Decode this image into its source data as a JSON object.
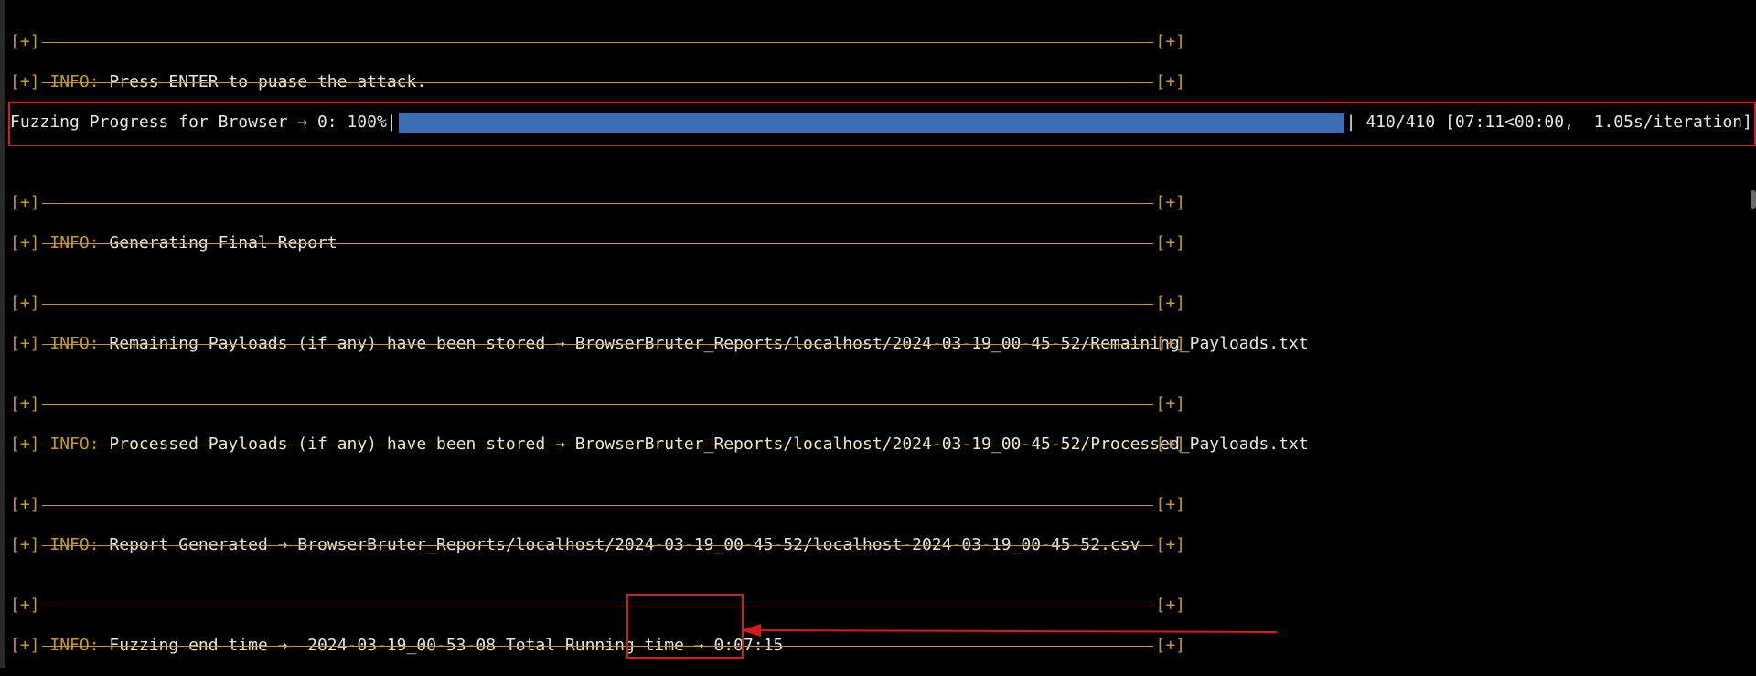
{
  "separator": {
    "left": "[+]",
    "right": "[+]"
  },
  "info_tag": "INFO:",
  "messages": {
    "pause": "Press ENTER to puase the attack.",
    "final_report": "Generating Final Report",
    "remaining": "Remaining Payloads (if any) have been stored → BrowserBruter_Reports/localhost/2024-03-19_00-45-52/Remaining_Payloads.txt",
    "processed": "Processed Payloads (if any) have been stored → BrowserBruter_Reports/localhost/2024-03-19_00-45-52/Processed_Payloads.txt",
    "report": "Report Generated → BrowserBruter_Reports/localhost/2024-03-19_00-45-52/localhost-2024-03-19_00-45-52.csv",
    "end_time": "Fuzzing end time →  2024-03-19_00-53-08 Total Running time → 0:07:15"
  },
  "progress": {
    "label": "Fuzzing Progress for Browser → 0: 100%|",
    "fraction": 1.0,
    "stats": "| 410/410 [07:11<00:00,  1.05s/iteration]"
  },
  "colors": {
    "background": "#000000",
    "text": "#e6e6e6",
    "accent": "#c79a1e",
    "progress_fill": "#3d6db3",
    "highlight": "#d71a1a"
  }
}
